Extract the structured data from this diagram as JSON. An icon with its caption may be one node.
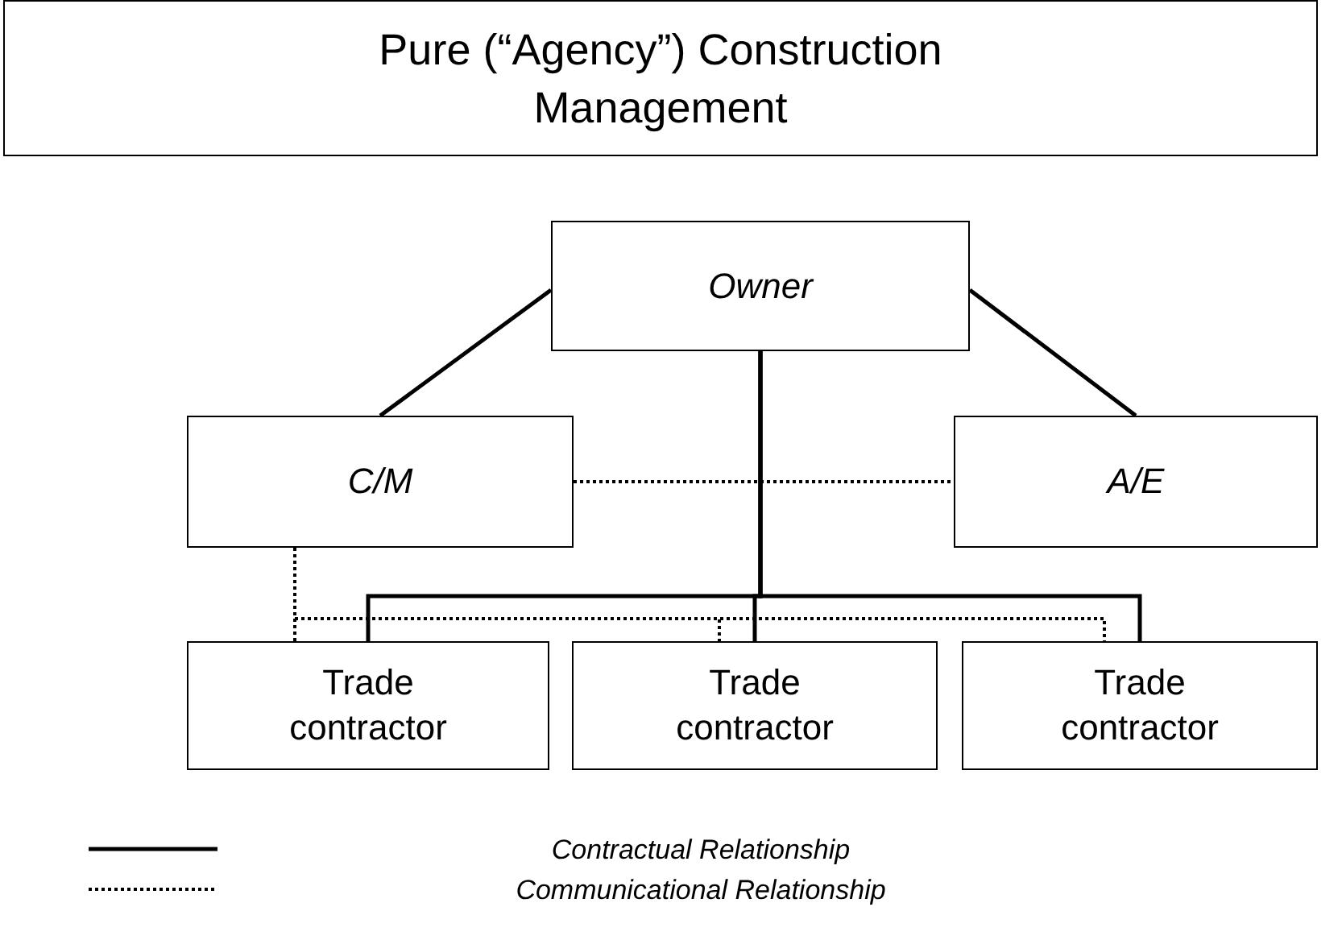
{
  "diagram": {
    "title": "Pure (“Agency”) Construction Management",
    "nodes": [
      {
        "text": [
          "Owner"
        ]
      },
      {
        "text": [
          "C/M"
        ]
      },
      {
        "text": [
          "A/E"
        ]
      },
      {
        "text": [
          "Trade contractor"
        ]
      },
      {
        "text": [
          "Trade contractor"
        ]
      },
      {
        "text": [
          "Trade contractor"
        ]
      }
    ],
    "edges": [
      {
        "from": 0,
        "to": 1,
        "arrow": "none"
      },
      {
        "from": 0,
        "to": 2,
        "arrow": "none"
      },
      {
        "from": 0,
        "to": 3,
        "arrow": "none"
      },
      {
        "from": 0,
        "to": 4,
        "arrow": "none"
      },
      {
        "from": 0,
        "to": 5,
        "arrow": "none"
      },
      {
        "from": 1,
        "to": 2,
        "arrow": "none",
        "style": "dashed"
      },
      {
        "from": 1,
        "to": 3,
        "arrow": "none",
        "style": "dashed"
      },
      {
        "from": 1,
        "to": 4,
        "arrow": "none",
        "style": "dashed"
      },
      {
        "from": 1,
        "to": 5,
        "arrow": "none",
        "style": "dashed"
      }
    ],
    "legend": [
      {
        "text": "Contractual Relationship"
      },
      {
        "text": "Communicational Relationship"
      }
    ]
  }
}
